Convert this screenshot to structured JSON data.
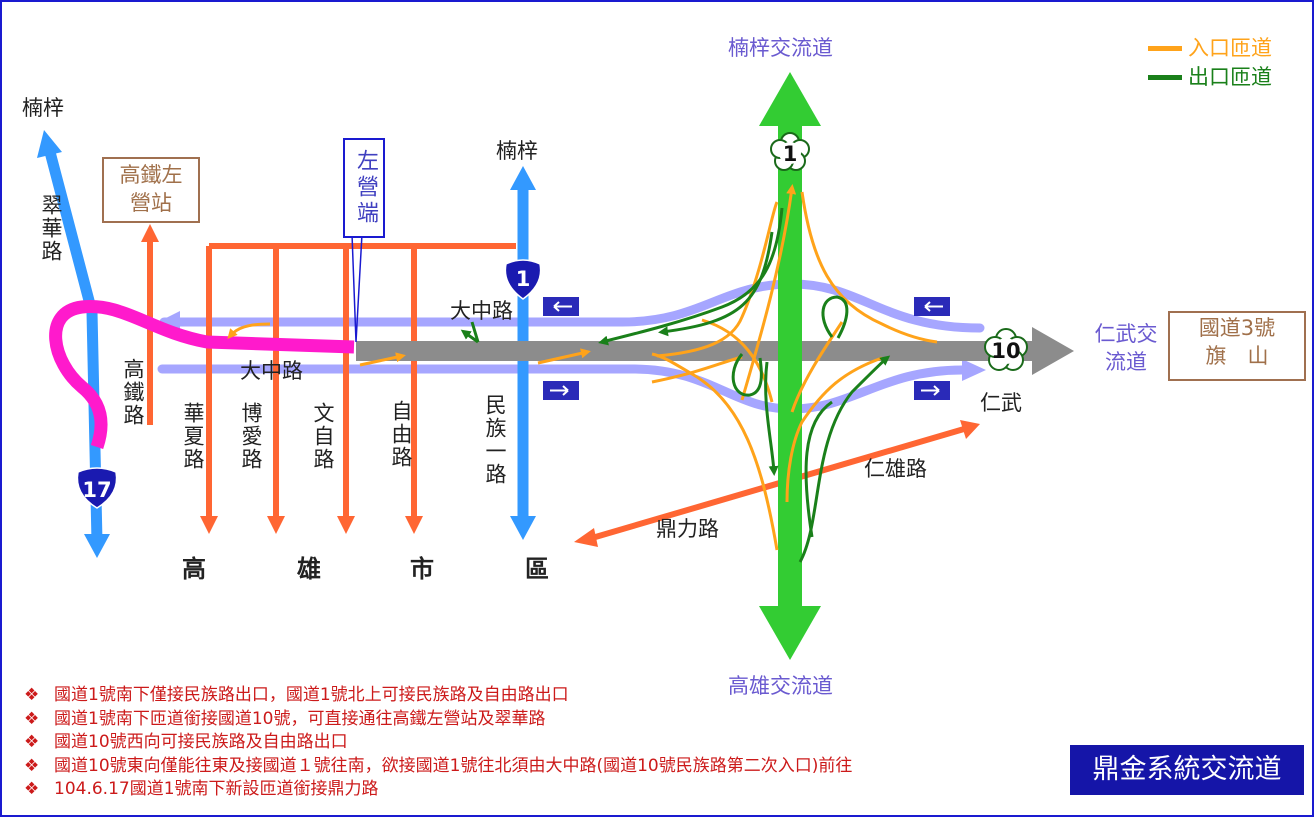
{
  "title": "鼎金系統交流道",
  "legend": [
    {
      "label": "入口匝道",
      "color": "#ffa31a"
    },
    {
      "label": "出口匝道",
      "color": "#1a801a"
    }
  ],
  "colors": {
    "freeway1": "#33cc33",
    "freeway10": "#8c8c8c",
    "dazhong_road": "#a6a6ff",
    "city_roads": "#ff6633",
    "minzu_road": "#3399ff",
    "freeway17": "#ff1acc",
    "border": "#1a1ad0"
  },
  "labels": {
    "nanzi_interchange": "楠梓交流道",
    "kaohsiung_interchange": "高雄交流道",
    "renwu_interchange": "仁武交流道",
    "nanzi_left": "楠梓",
    "nanzi_mid": "楠梓",
    "cuihua_road": "翠華路",
    "hsr_station": "高鐵左營站",
    "zuoying_end": "左營端",
    "hsr_road": "高鐵路",
    "dazhong_upper": "大中路",
    "dazhong_lower": "大中路",
    "huaxia_road": "華夏路",
    "boai_road": "博愛路",
    "wenzi_road": "文自路",
    "ziyou_road": "自由路",
    "minzu1_road": "民族一路",
    "dingli_road": "鼎力路",
    "renxiong_road": "仁雄路",
    "renwu": "仁武",
    "freeway3_line1": "國道3號",
    "freeway3_line2": "旗　山",
    "city_chars": [
      "高",
      "雄",
      "市",
      "區"
    ]
  },
  "shields": {
    "freeway1_top": "1",
    "freeway10": "10",
    "freeway1_blue": "1",
    "freeway17": "17"
  },
  "notes": [
    "國道1號南下僅接民族路出口，國道1號北上可接民族路及自由路出口",
    "國道1號南下匝道銜接國道10號，可直接通往高鐵左營站及翠華路",
    "國道10號西向可接民族路及自由路出口",
    "國道10號東向僅能往東及接國道１號往南，欲接國道1號往北須由大中路(國道10號民族路第二次入口)前往",
    "104.6.17國道1號南下新設匝道銜接鼎力路"
  ],
  "bullet": "❖"
}
